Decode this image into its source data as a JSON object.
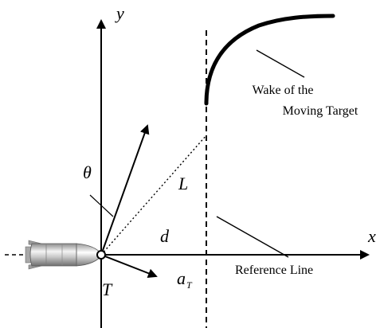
{
  "labels": {
    "y_axis": "y",
    "x_axis": "x",
    "theta": "θ",
    "L": "L",
    "d": "d",
    "T": "T",
    "a": "a",
    "a_subscript": "T",
    "wake_line1": "Wake of the",
    "wake_line2": "Moving Target",
    "reference_line": "Reference Line"
  },
  "colors": {
    "ink": "#000000",
    "background": "#ffffff",
    "vehicle_body": "#bfbfbf",
    "vehicle_highlight": "#f2f2f2",
    "vehicle_shadow": "#7a7a7a"
  },
  "icons": {
    "vehicle": "torpedo-vehicle-icon",
    "origin": "origin-circle-icon"
  }
}
